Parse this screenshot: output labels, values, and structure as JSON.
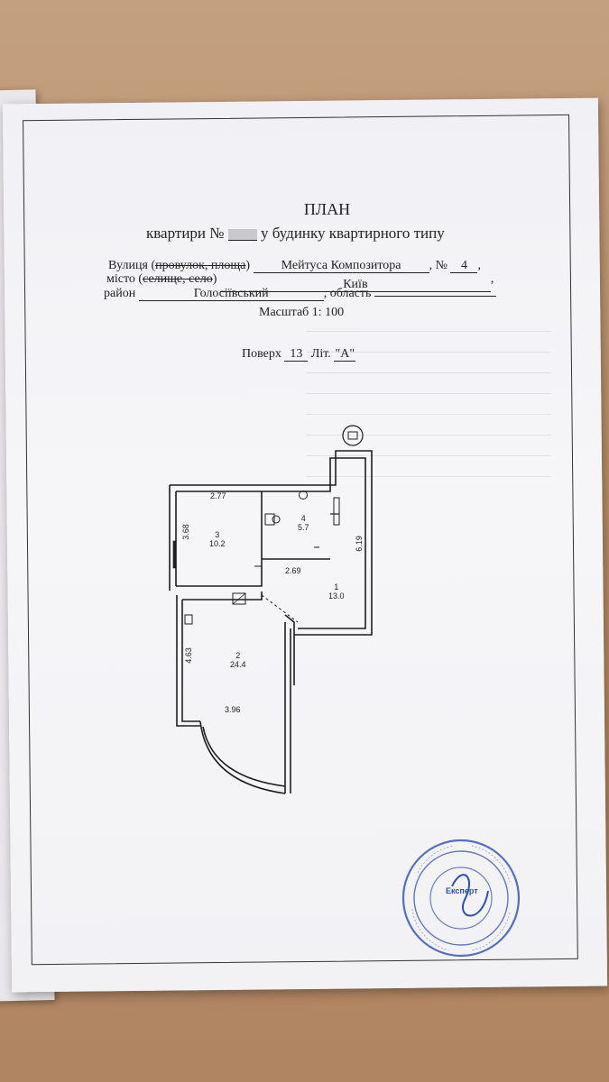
{
  "document": {
    "title": "ПЛАН",
    "subtitle_prefix": "квартири  №",
    "subtitle_suffix": "у будинку квартирного типу",
    "street_label_prefix": "Вулиця (",
    "street_label_struck": "провулок, площа",
    "street_label_suffix": ")",
    "street_value": "Мейтуса Композитора",
    "house_label": ", №",
    "house_value": "4",
    "city_label_prefix": "місто (",
    "city_label_struck": "селище, село",
    "city_label_suffix": ")",
    "city_value": "Київ",
    "district_label": "район",
    "district_value": "Голосіївський",
    "region_label": ", область",
    "scale": "Масштаб 1: 100",
    "floor_label": "Поверх",
    "floor_value": "13",
    "lit_label": "Літ.",
    "lit_value": "\"А\""
  },
  "plan": {
    "rooms": [
      {
        "number": "1",
        "area": "13.0"
      },
      {
        "number": "2",
        "area": "24.4"
      },
      {
        "number": "3",
        "area": "10.2"
      },
      {
        "number": "4",
        "area": "5.7"
      }
    ],
    "dimensions": {
      "room3_width": "2.77",
      "room3_height": "3.68",
      "room1_width": "2.69",
      "room1_height": "6.19",
      "room2_height": "4.63",
      "room2_width": "3.96"
    }
  },
  "stamp": {
    "center_text": "Експерт",
    "colors": {
      "ink": "#2f4fb0"
    }
  }
}
